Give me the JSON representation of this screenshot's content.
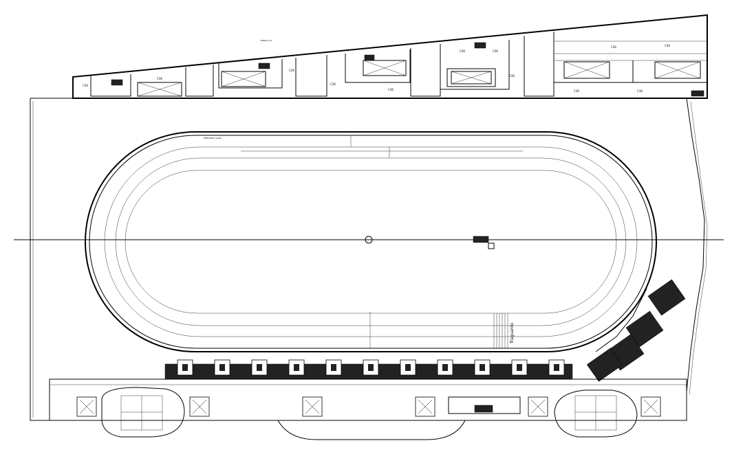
{
  "drawing": {
    "north_note": "CORSIA 3,5",
    "finish_label": "Traguardo",
    "track_note": "PERCORSO GARA"
  },
  "room_labels": {
    "upper": [
      "C36",
      "C36",
      "C36",
      "C36",
      "C36",
      "C36",
      "C36",
      "C36",
      "C36",
      "C36",
      "C36",
      "C36"
    ]
  }
}
